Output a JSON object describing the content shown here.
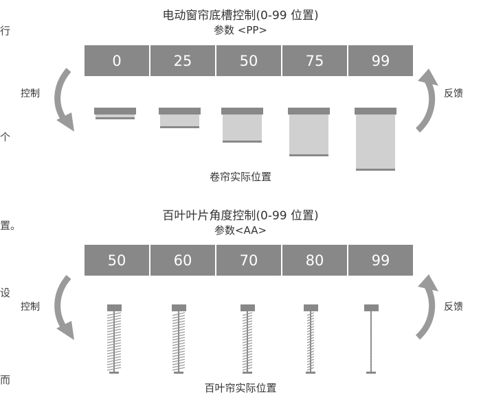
{
  "edge_fragments": [
    "行",
    "个",
    "置。",
    "设",
    "而"
  ],
  "section1": {
    "title": "电动窗帘底槽控制(0-99 位置)",
    "param": "参数 <PP>",
    "values": [
      "0",
      "25",
      "50",
      "75",
      "99"
    ],
    "left_label": "控制",
    "right_label": "反馈",
    "caption": "卷帘实际位置"
  },
  "section2": {
    "title": "百叶叶片角度控制(0-99 位置)",
    "param": "参数<AA>",
    "values": [
      "50",
      "60",
      "70",
      "80",
      "99"
    ],
    "left_label": "控制",
    "right_label": "反馈",
    "caption": "百叶帘实际位置"
  },
  "colors": {
    "bar": "#888888",
    "arrow": "#9a9a9a",
    "curtain_body": "#d0d0d0",
    "curtain_rail": "#888888",
    "slat": "#999999"
  }
}
